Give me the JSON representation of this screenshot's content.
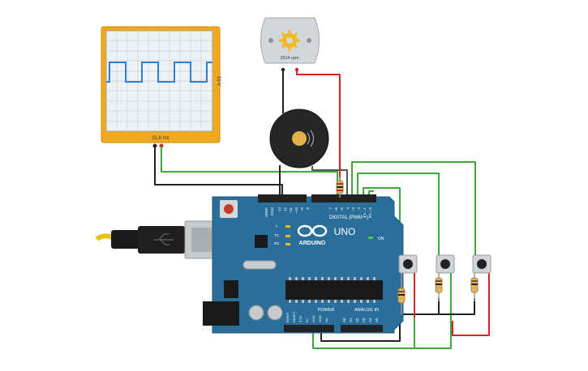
{
  "oscilloscope": {
    "time_label": "22.8 ms",
    "volt_label": "10 V"
  },
  "motor": {
    "speed_label": "2914 rpm"
  },
  "arduino": {
    "logo_text": "ARDUINO",
    "model_text": "UNO",
    "digital_label": "DIGITAL (PWM ~)",
    "analog_label": "ANALOG IN",
    "power_label": "POWER",
    "on_label": "ON",
    "aref_label": "AREF",
    "gnd_label": "GND",
    "l_label": "L",
    "tx_label": "TX",
    "rx_label": "RX",
    "digital_pins": [
      "13",
      "12",
      "~11",
      "~10",
      "~9",
      "8",
      "7",
      "~6",
      "~5",
      "4",
      "~3",
      "2",
      "TX→1",
      "RX←0"
    ],
    "power_pins": [
      "IOREF",
      "RESET",
      "3.3V",
      "5V",
      "GND",
      "GND",
      "Vin"
    ],
    "analog_pins": [
      "A0",
      "A1",
      "A2",
      "A3",
      "A4",
      "A5"
    ]
  },
  "colors": {
    "wire_green": "#3aa83a",
    "wire_red": "#d9231f",
    "wire_black": "#222222",
    "board": "#2a6f9b",
    "scope_frame": "#f2a81d",
    "signal": "#2f7fd0"
  }
}
